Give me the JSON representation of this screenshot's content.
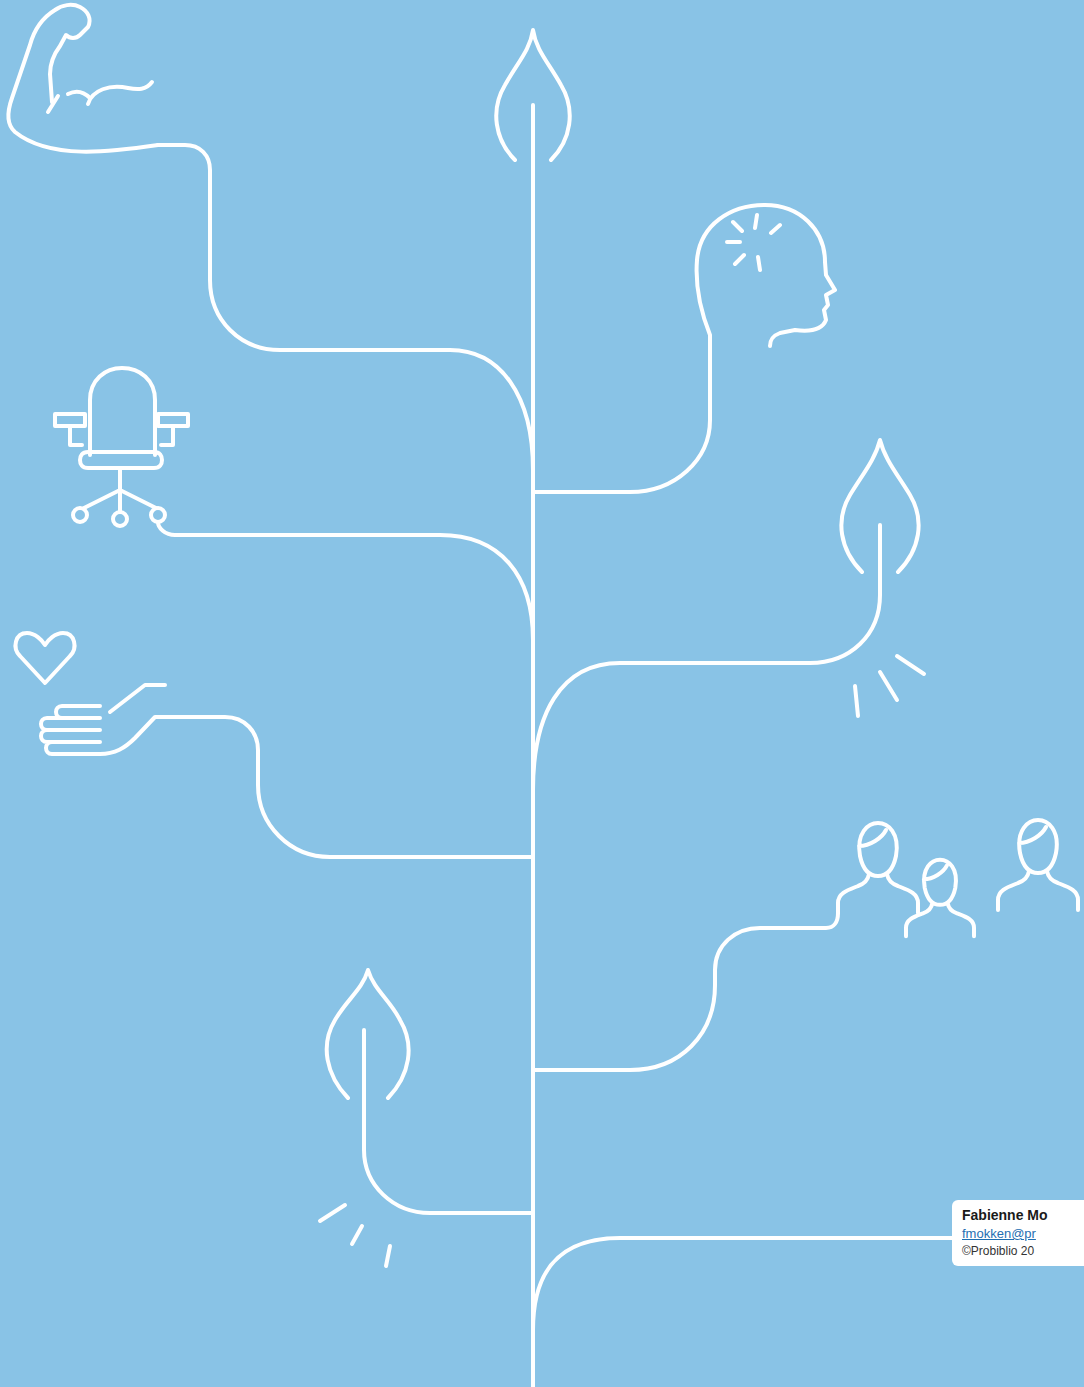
{
  "diagram": {
    "nodes": [
      {
        "text": [
          "Fabienne Mo",
          "fmokken@pr",
          "©Probiblio 20"
        ]
      }
    ]
  }
}
